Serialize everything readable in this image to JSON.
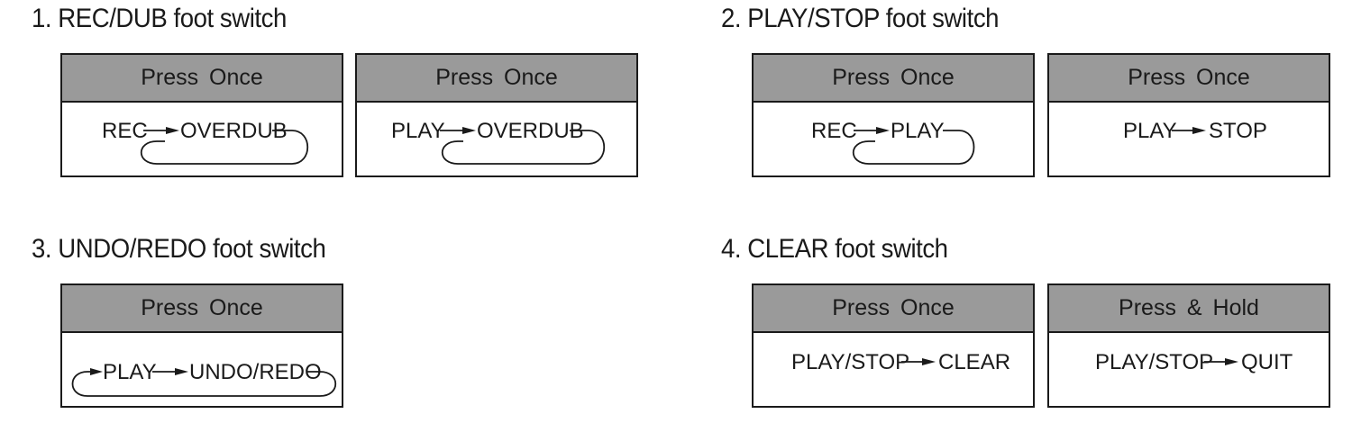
{
  "sections": {
    "rec_dub": {
      "title": "1. REC/DUB foot switch",
      "boxes": [
        {
          "header": "Press Once",
          "from": "REC",
          "to": "OVERDUB"
        },
        {
          "header": "Press Once",
          "from": "PLAY",
          "to": "OVERDUB"
        }
      ]
    },
    "play_stop": {
      "title": "2. PLAY/STOP foot switch",
      "boxes": [
        {
          "header": "Press Once",
          "from": "REC",
          "to": "PLAY"
        },
        {
          "header": "Press Once",
          "from": "PLAY",
          "to": "STOP"
        }
      ]
    },
    "undo_redo": {
      "title": "3. UNDO/REDO foot switch",
      "boxes": [
        {
          "header": "Press Once",
          "from": "PLAY",
          "to": "UNDO/REDO"
        }
      ]
    },
    "clear": {
      "title": "4. CLEAR foot switch",
      "boxes": [
        {
          "header": "Press Once",
          "from": "PLAY/STOP",
          "to": "CLEAR"
        },
        {
          "header": "Press & Hold",
          "from": "PLAY/STOP",
          "to": "QUIT"
        }
      ]
    }
  },
  "colors": {
    "header_fill": "#9a9a9a",
    "border": "#1a1a1a",
    "text": "#1a1a1a"
  },
  "icons": {
    "arrow": "arrow-right-icon",
    "loop": "loop-back-icon"
  }
}
